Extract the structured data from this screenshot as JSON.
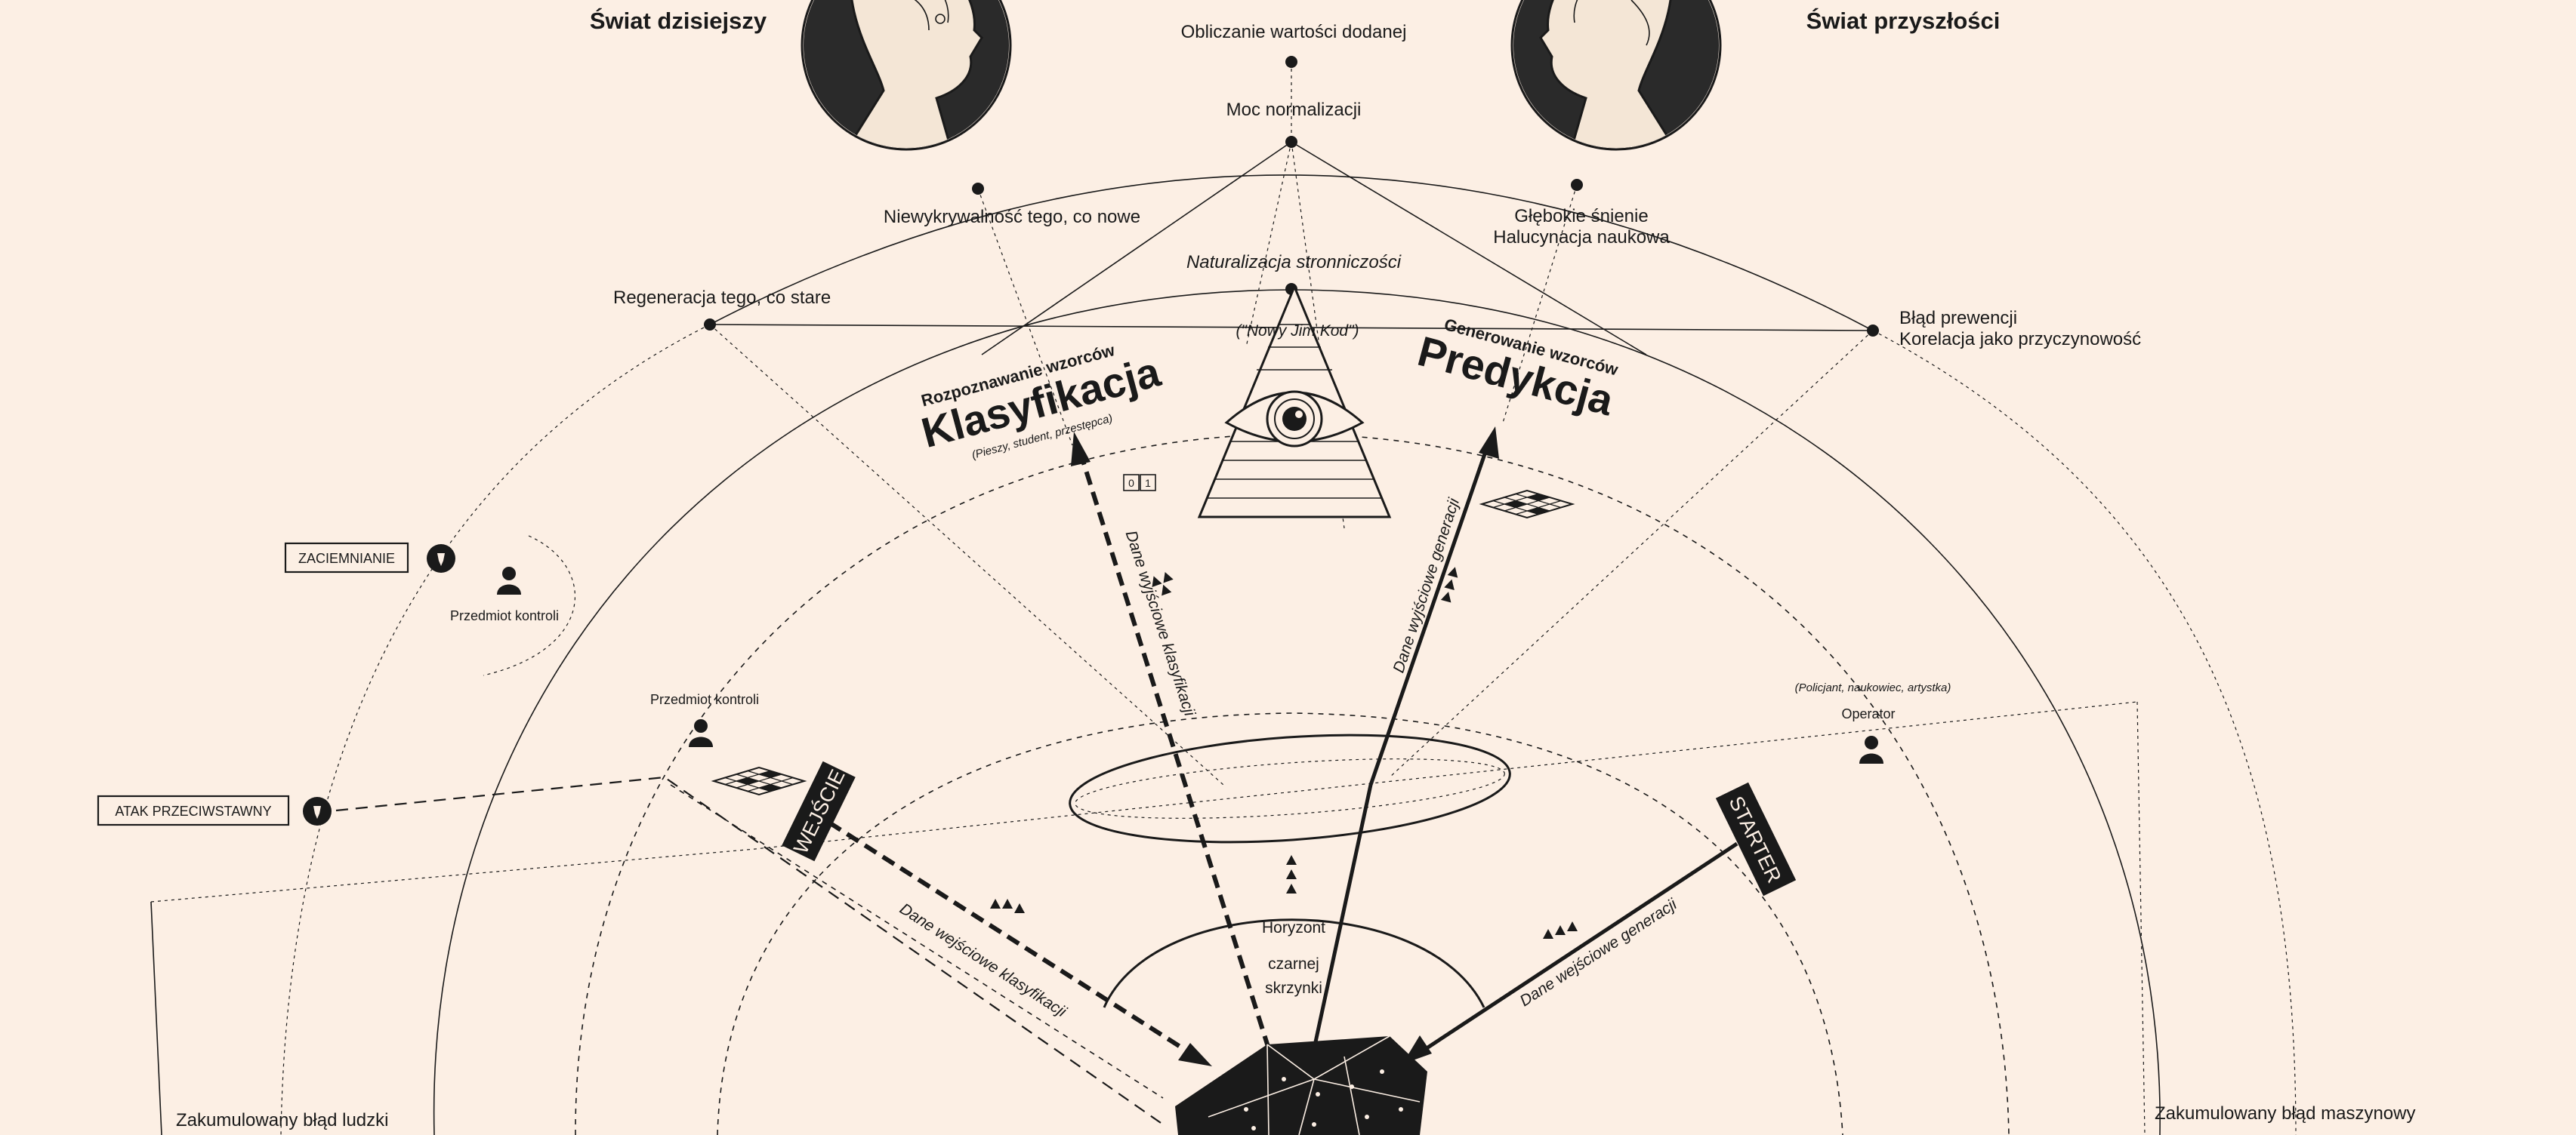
{
  "headers": {
    "world_today": "Świat dzisiejszy",
    "world_future": "Świat przyszłości"
  },
  "nodes": {
    "added_value": "Obliczanie wartości dodanej",
    "normalization": "Moc normalizacji",
    "undetectability": "Niewykrywalność tego, co nowe",
    "deep_dreaming": "Głębokie śnienie",
    "scientific_hallucination": "Halucynacja naukowa",
    "bias_naturalization": "Naturalizacja stronniczości",
    "new_jim_code": "(\"Nowy Jim Kod\")",
    "regeneration": "Regeneracja tego, co stare",
    "prevention_error": "Błąd prewencji",
    "correlation": "Korelacja jako przyczynowość"
  },
  "classification": {
    "subtitle": "Rozpoznawanie wzorców",
    "title": "Klasyfikacja",
    "examples": "(Pieszy, student, przestępca)",
    "output_label": "Dane wyjściowe klasyfikacji",
    "input_label": "Dane wejściowe klasyfikacji"
  },
  "prediction": {
    "subtitle": "Generowanie wzorców",
    "title": "Predykcja",
    "output_label": "Dane wyjściowe generacji",
    "input_label": "Dane wejściowe generacji"
  },
  "binary": {
    "zero": "0",
    "one": "1"
  },
  "left_side": {
    "obfuscation": "ZACIEMNIANIE",
    "subject_of_control_1": "Przedmiot kontroli",
    "subject_of_control_2": "Przedmiot kontroli",
    "adversarial_attack": "ATAK PRZECIWSTAWNY",
    "input_box": "WEJŚCIE",
    "accumulated_human_error": "Zakumulowany błąd ludzki"
  },
  "right_side": {
    "operator_examples": "(Policjant, naukowiec, artystka)",
    "operator": "Operator",
    "starter_box": "STARTER",
    "accumulated_machine_error": "Zakumulowany błąd maszynowy"
  },
  "center": {
    "horizon_line1": "Horyzont",
    "horizon_line2": "czarnej",
    "horizon_line3": "skrzynki"
  },
  "icons": {
    "portrait_left": "phrenology-head-icon",
    "portrait_right": "phrenology-head-icon",
    "eye_pyramid": "eye-of-providence-icon",
    "person": "person-icon",
    "pin": "location-pin-icon",
    "chessboard": "chessboard-icon",
    "black_box": "black-box-polyhedron-icon"
  },
  "colors": {
    "background": "#fcefe4",
    "ink": "#1a1a1a"
  }
}
